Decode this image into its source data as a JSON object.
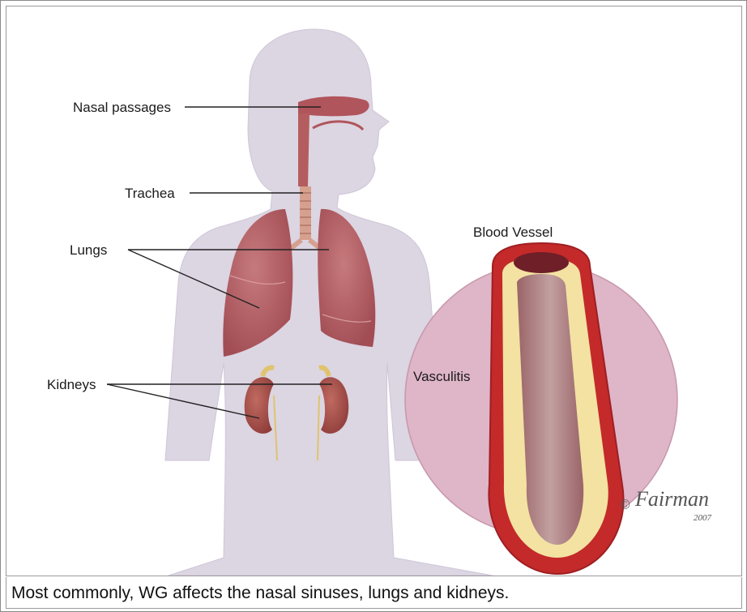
{
  "figure": {
    "labels": {
      "nasal": "Nasal passages",
      "trachea": "Trachea",
      "lungs": "Lungs",
      "kidneys": "Kidneys",
      "blood_vessel": "Blood Vessel",
      "vasculitis": "Vasculitis"
    },
    "signature": {
      "symbol": "©",
      "name": "Fairman",
      "year": "2007"
    },
    "colors": {
      "body": "#dcd5e2",
      "organs": "#b35a5e",
      "vessel_wall": "#c42a2a",
      "plaque": "#f3e2a2",
      "circle": "#dfb5c8"
    }
  },
  "caption": "Most commonly, WG affects the nasal sinuses, lungs and kidneys."
}
